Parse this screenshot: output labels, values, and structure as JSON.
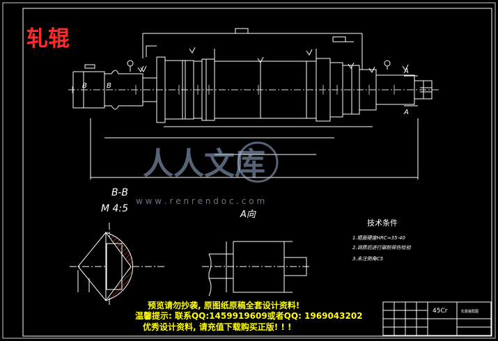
{
  "drawing": {
    "title": "轧辊",
    "section_label": "B-B",
    "scale_label": "M 4:5",
    "view_label": "A向",
    "section_marks": {
      "b_left": "B",
      "b_right": "B",
      "a_top": "A",
      "a_bottom": "A"
    }
  },
  "technical_requirements": {
    "heading": "技术条件",
    "items": [
      "1.辊面硬度HRC≈35-40",
      "2.调质后进行磁粉探伤检验",
      "3.未注倒角C5"
    ]
  },
  "watermark": {
    "brand": "人人文库",
    "url": "w w w . r e n r e n d o c . c o m"
  },
  "notices": {
    "line1": "预览请勿抄袭, 原图纸原稿全套设计资料!",
    "line2": "温馨提示: 联系QQ:1459919609或者QQ: 1969043202",
    "line3": "优秀设计资料, 请充值下载购买正版! ! !"
  },
  "title_block": {
    "code": "45Cr",
    "name": "轧辊装配图"
  },
  "colors": {
    "background": "#000000",
    "lines": "#ffffff",
    "title": "#ff2a2a",
    "notice": "#ffff00",
    "watermark": "#9fb7d6"
  }
}
